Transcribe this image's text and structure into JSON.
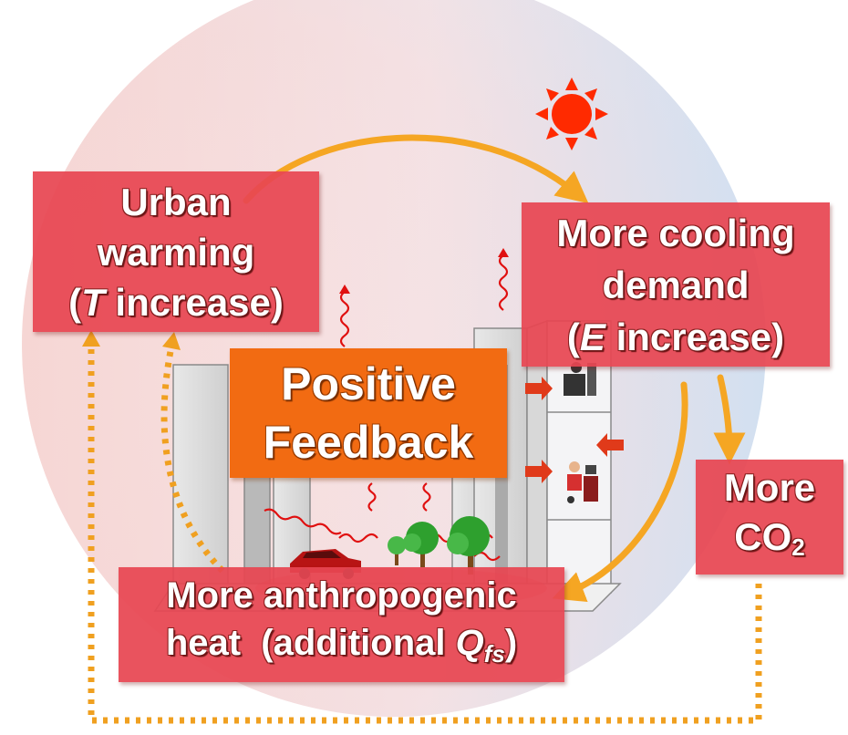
{
  "boxes": {
    "urban": {
      "line1": "Urban",
      "line2": "warming",
      "line3_open": "(",
      "line3_var": "T",
      "line3_rest": " increase)"
    },
    "cooling": {
      "line1": "More cooling",
      "line2": "demand",
      "line3_open": "(",
      "line3_var": "E",
      "line3_rest": " increase)"
    },
    "co2": {
      "line1": "More",
      "line2_main": "CO",
      "line2_sub": "2"
    },
    "heat": {
      "line1": "More anthropogenic",
      "line2_pre": "heat  (additional ",
      "line2_var": "Q",
      "line2_sub": "fs",
      "line2_close": ")"
    },
    "feedback": {
      "line1": "Positive",
      "line2": "Feedback"
    }
  },
  "colors": {
    "box_pink": "#e74652",
    "box_orange": "#f26b12",
    "arrow_orange": "#f5a623",
    "dotted_orange": "#f0a020",
    "sun": "#ff2a00",
    "heat_wave": "#e01010",
    "circle_left": "#f7d6d4",
    "circle_right": "#cfe3f5"
  },
  "icons": [
    "sun-icon",
    "car-icon",
    "tree-icon",
    "office-worker-icon",
    "heat-wave-icon"
  ]
}
